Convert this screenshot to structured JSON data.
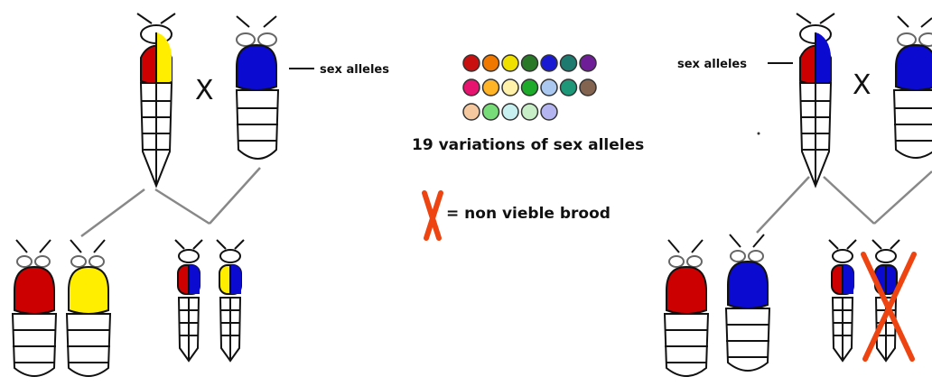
{
  "labels": {
    "sex_alleles_left": "sex alleles",
    "sex_alleles_right": "sex alleles",
    "cross_left": "X",
    "cross_right": "X",
    "variations": "19 variations of sex alleles",
    "legend_text": "= non  vieble brood"
  },
  "colors": {
    "red": "#cc0000",
    "yellow": "#ffee00",
    "blue": "#0a0ad0",
    "nonviable": "#ee4411",
    "line": "#888888",
    "stroke": "#111111"
  },
  "allele_palette": [
    "#c81010",
    "#f07800",
    "#f0e000",
    "#287828",
    "#1a1ad2",
    "#1e7a6e",
    "#6e1e96",
    "#e6146e",
    "#ffb428",
    "#fff0aa",
    "#1eaa2a",
    "#aac8f0",
    "#1e9678",
    "#826450",
    "#f5c8a0",
    "#78dc78",
    "#c8f0f0",
    "#c8eec8",
    "#b4b4f0"
  ]
}
